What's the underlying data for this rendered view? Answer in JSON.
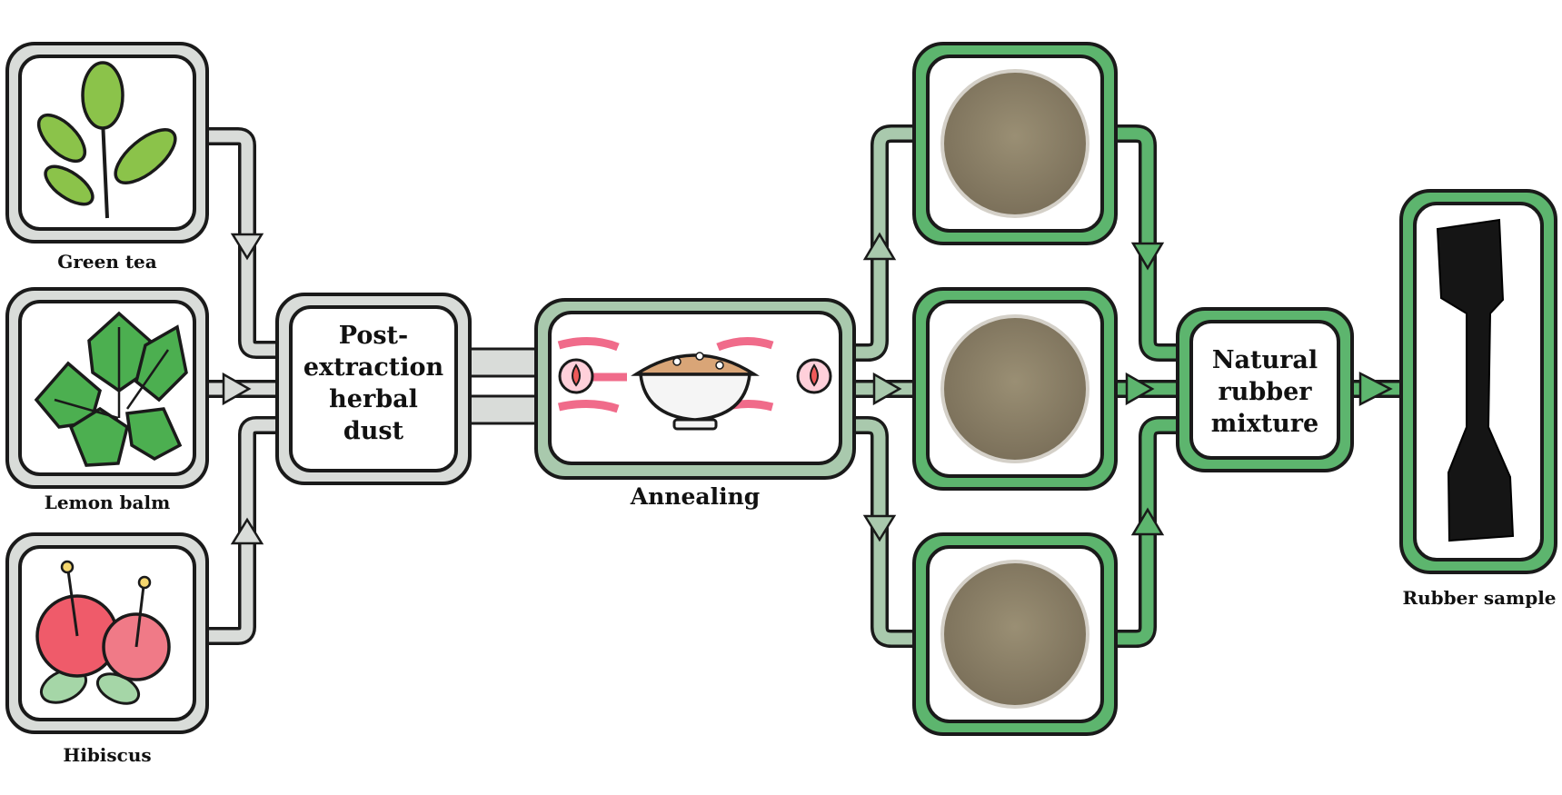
{
  "sources": [
    {
      "id": "green-tea",
      "label": "Green tea",
      "icon": "tea-leaves-icon"
    },
    {
      "id": "lemon-balm",
      "label": "Lemon balm",
      "icon": "mint-leaves-icon"
    },
    {
      "id": "hibiscus",
      "label": "Hibiscus",
      "icon": "hibiscus-flower-icon"
    }
  ],
  "process": {
    "dust_lines": [
      "Post-",
      "extraction",
      "herbal",
      "dust"
    ],
    "annealing_label": "Annealing",
    "annealing_icon": "heated-bowl-icon",
    "mixture_lines": [
      "Natural",
      "rubber",
      "mixture"
    ],
    "sample_label": "Rubber sample",
    "sample_icon": "dumbbell-specimen-icon"
  },
  "samples": [
    {
      "id": "powder-1",
      "icon": "petri-dish-powder-icon"
    },
    {
      "id": "powder-2",
      "icon": "petri-dish-powder-icon"
    },
    {
      "id": "powder-3",
      "icon": "petri-dish-powder-icon"
    }
  ],
  "colors": {
    "gray_frame": "#d9dcd9",
    "green_frame": "#5db56e",
    "light_green_frame": "#a9c9ad",
    "outline": "#1a1a1a",
    "powder": "#8f8468",
    "rubber": "#151515"
  }
}
